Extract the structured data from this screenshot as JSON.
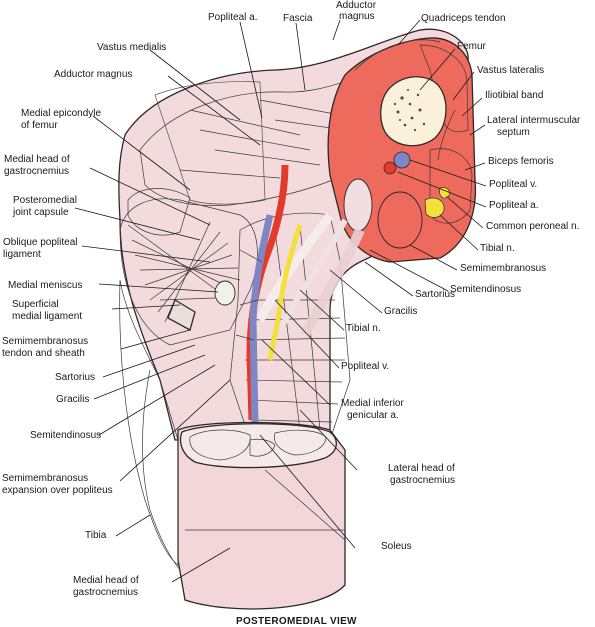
{
  "caption": "POSTEROMEDIAL VIEW",
  "labels": {
    "popliteal_a_top": "Popliteal a.",
    "fascia": "Fascia",
    "adductor_magnus_top_1": "Adductor",
    "adductor_magnus_top_2": "magnus",
    "quadriceps_tendon": "Quadriceps tendon",
    "femur": "Femur",
    "vastus_lateralis": "Vastus lateralis",
    "iliotibial_band": "Iliotibial band",
    "lateral_intermuscular_septum_1": "Lateral intermuscular",
    "lateral_intermuscular_septum_2": "septum",
    "biceps_femoris": "Biceps femoris",
    "popliteal_v_right": "Popliteal v.",
    "popliteal_a_right": "Popliteal a.",
    "common_peroneal_n": "Common peroneal n.",
    "tibial_n_right": "Tibial n.",
    "semimembranosus_right": "Semimembranosus",
    "semitendinosus_right": "Semitendinosus",
    "sartorius_mid": "Sartorius",
    "gracilis_mid": "Gracilis",
    "tibial_n_mid": "Tibial n.",
    "popliteal_v_mid": "Popliteal v.",
    "medial_inferior_genicular_1": "Medial inferior",
    "medial_inferior_genicular_2": "genicular a.",
    "lateral_head_gastrocnemius_1": "Lateral head of",
    "lateral_head_gastrocnemius_2": "gastrocnemius",
    "soleus": "Soleus",
    "vastus_medialis": "Vastus medialis",
    "adductor_magnus_left": "Adductor magnus",
    "medial_epicondyle_1": "Medial epicondyle",
    "medial_epicondyle_2": "of femur",
    "medial_head_gastrocnemius_top_1": "Medial head of",
    "medial_head_gastrocnemius_top_2": "gastrocnemius",
    "posteromedial_capsule_1": "Posteromedial",
    "posteromedial_capsule_2": "joint capsule",
    "oblique_popliteal_1": "Oblique popliteal",
    "oblique_popliteal_2": "ligament",
    "medial_meniscus": "Medial meniscus",
    "superficial_medial_1": "Superficial",
    "superficial_medial_2": "medial ligament",
    "semimembranosus_sheath_1": "Semimembranosus",
    "semimembranosus_sheath_2": "tendon and sheath",
    "sartorius_left": "Sartorius",
    "gracilis_left": "Gracilis",
    "semitendinosus_left": "Semitendinosus",
    "semimembranosus_expansion_1": "Semimembranosus",
    "semimembranosus_expansion_2": "expansion over popliteus",
    "tibia": "Tibia",
    "medial_head_gastrocnemius_bottom_1": "Medial head of",
    "medial_head_gastrocnemius_bottom_2": "gastrocnemius"
  },
  "colors": {
    "muscle_light": "#f1d2d6",
    "muscle_mid": "#e7b3ba",
    "muscle_red": "#ee6a5c",
    "artery": "#e23b2b",
    "vein": "#7f86c6",
    "nerve": "#f2e13c",
    "bone": "#fbf1da",
    "ligament": "#f0e8e2"
  }
}
